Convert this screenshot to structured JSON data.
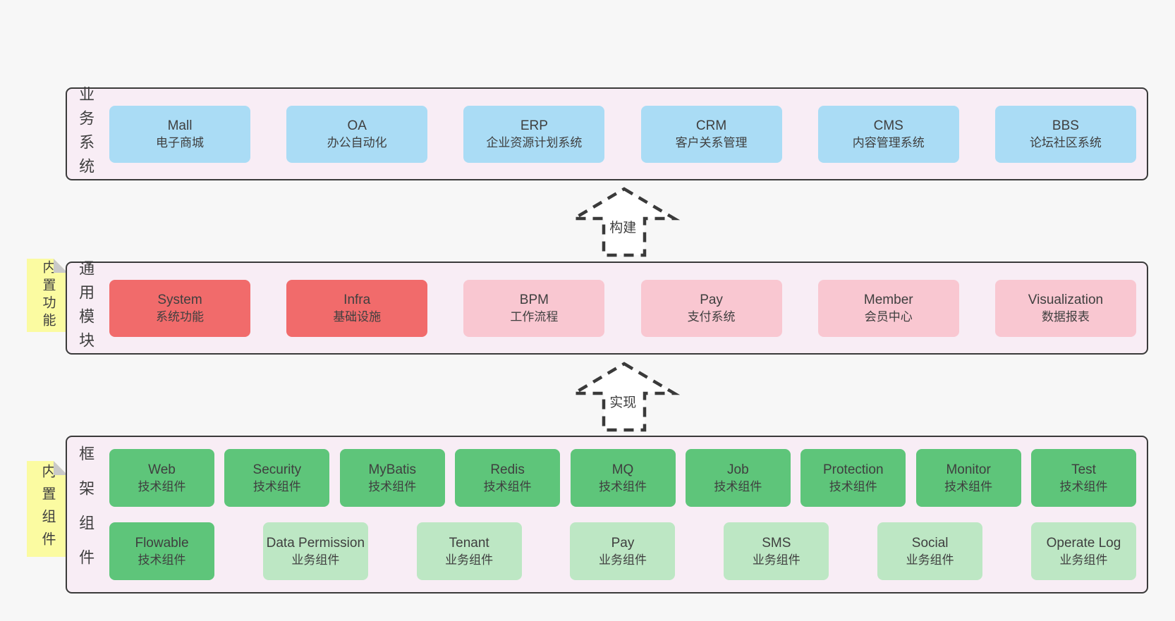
{
  "palette": {
    "page_background": "#f7f7f7",
    "container_fill": "#f8edf5",
    "container_border": "#3a3a3a",
    "box_blue": "#aadcf5",
    "box_red": "#f16b6b",
    "box_pink": "#f9c7d1",
    "box_green": "#5ec57a",
    "box_light_green": "#bde7c4",
    "note_yellow": "#fbfba1",
    "note_fold_gray": "#c9c9c9",
    "text": "#3f3f3f"
  },
  "arrows": [
    {
      "label": "构建"
    },
    {
      "label": "实现"
    }
  ],
  "layers": [
    {
      "label": "业务系统",
      "boxes": [
        {
          "name": "Mall",
          "desc": "电子商城",
          "variant": "blue"
        },
        {
          "name": "OA",
          "desc": "办公自动化",
          "variant": "blue"
        },
        {
          "name": "ERP",
          "desc": "企业资源计划系统",
          "variant": "blue"
        },
        {
          "name": "CRM",
          "desc": "客户关系管理",
          "variant": "blue"
        },
        {
          "name": "CMS",
          "desc": "内容管理系统",
          "variant": "blue"
        },
        {
          "name": "BBS",
          "desc": "论坛社区系统",
          "variant": "blue"
        }
      ]
    },
    {
      "label": "通用模块",
      "note": "内置功能",
      "boxes": [
        {
          "name": "System",
          "desc": "系统功能",
          "variant": "red"
        },
        {
          "name": "Infra",
          "desc": "基础设施",
          "variant": "red"
        },
        {
          "name": "BPM",
          "desc": "工作流程",
          "variant": "pink"
        },
        {
          "name": "Pay",
          "desc": "支付系统",
          "variant": "pink"
        },
        {
          "name": "Member",
          "desc": "会员中心",
          "variant": "pink"
        },
        {
          "name": "Visualization",
          "desc": "数据报表",
          "variant": "pink"
        }
      ]
    },
    {
      "label": "框架组件",
      "note": "内置组件",
      "rows": [
        [
          {
            "name": "Web",
            "desc": "技术组件",
            "variant": "green"
          },
          {
            "name": "Security",
            "desc": "技术组件",
            "variant": "green"
          },
          {
            "name": "MyBatis",
            "desc": "技术组件",
            "variant": "green"
          },
          {
            "name": "Redis",
            "desc": "技术组件",
            "variant": "green"
          },
          {
            "name": "MQ",
            "desc": "技术组件",
            "variant": "green"
          },
          {
            "name": "Job",
            "desc": "技术组件",
            "variant": "green"
          },
          {
            "name": "Protection",
            "desc": "技术组件",
            "variant": "green"
          },
          {
            "name": "Monitor",
            "desc": "技术组件",
            "variant": "green"
          }
        ],
        [
          {
            "name": "Test",
            "desc": "技术组件",
            "variant": "green"
          },
          {
            "name": "Flowable",
            "desc": "技术组件",
            "variant": "green"
          },
          {
            "name": "Data Permission",
            "desc": "业务组件",
            "variant": "light-green"
          },
          {
            "name": "Tenant",
            "desc": "业务组件",
            "variant": "light-green"
          },
          {
            "name": "Pay",
            "desc": "业务组件",
            "variant": "light-green"
          },
          {
            "name": "SMS",
            "desc": "业务组件",
            "variant": "light-green"
          },
          {
            "name": "Social",
            "desc": "业务组件",
            "variant": "light-green"
          },
          {
            "name": "Operate Log",
            "desc": "业务组件",
            "variant": "light-green"
          }
        ]
      ]
    }
  ]
}
